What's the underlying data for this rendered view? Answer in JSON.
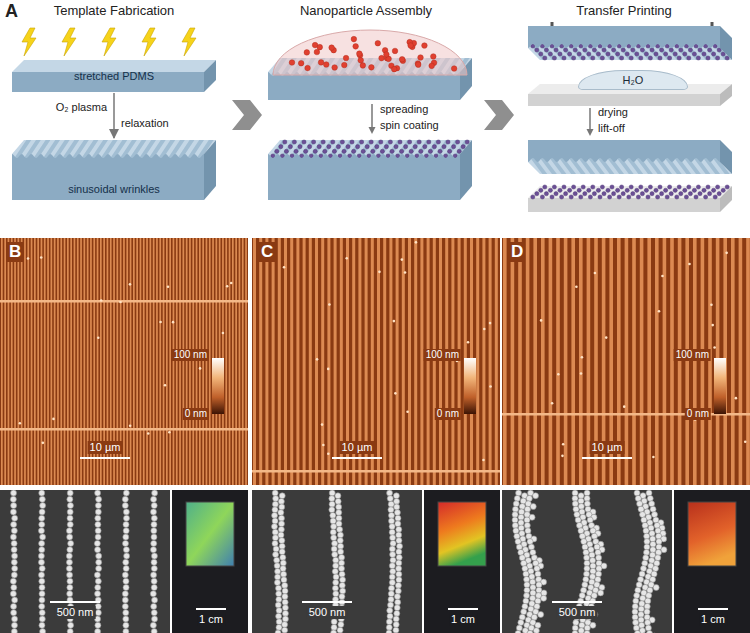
{
  "diagram": {
    "nodes": [
      {
        "text": [
          "stretched PDMS"
        ]
      },
      {
        "text": [
          "sinusoidal wrinkles"
        ]
      },
      {
        "text": [
          "H₂O"
        ]
      }
    ],
    "edges": [
      {
        "from": 0,
        "to": 1,
        "arrow": "to"
      }
    ],
    "labels": [
      "A",
      "Template Fabrication",
      "Nanoparticle Assembly",
      "Transfer Printing",
      "O₂ plasma",
      "relaxation",
      "spreading",
      "spin coating",
      "drying",
      "lift-off",
      "B",
      "10 µm",
      "100 nm",
      "0 nm",
      "500 nm",
      "1 cm",
      "C",
      "10 µm",
      "100 nm",
      "0 nm",
      "500 nm",
      "1 cm",
      "D",
      "10 µm",
      "100 nm",
      "0 nm",
      "500 nm",
      "1 cm"
    ]
  }
}
